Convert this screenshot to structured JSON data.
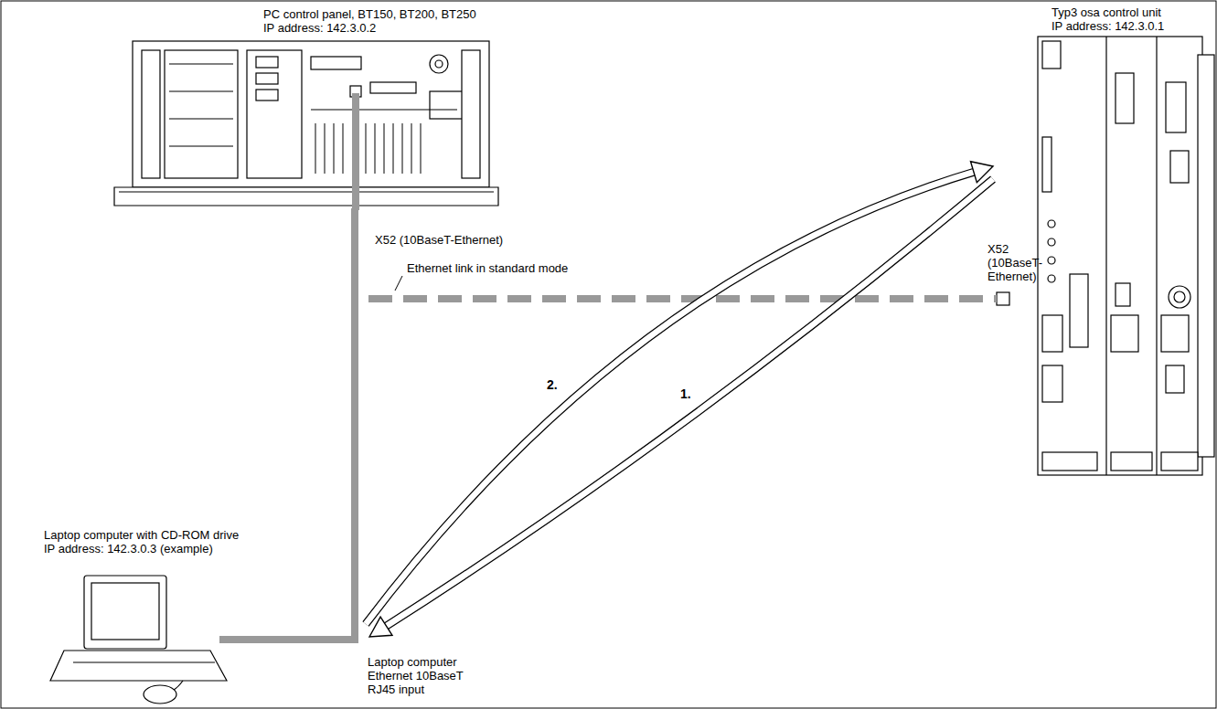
{
  "diagram": {
    "nodes": [
      {
        "text": [
          "PC control panel, BT150, BT200, BT250",
          "IP address: 142.3.0.2"
        ]
      },
      {
        "text": [
          "Typ3 osa control unit",
          "IP address: 142.3.0.1"
        ]
      },
      {
        "text": [
          "Laptop computer with CD-ROM drive",
          "IP address: 142.3.0.3 (example)"
        ]
      }
    ],
    "edges": [
      {
        "from": 0,
        "to": 2,
        "arrow": "none"
      },
      {
        "from": 0,
        "to": 1,
        "label": "Ethernet link in standard mode",
        "arrow": "none"
      },
      {
        "from": 1,
        "to": 2,
        "label": "1.",
        "arrow": "to"
      },
      {
        "from": 2,
        "to": 1,
        "label": "2.",
        "arrow": "to"
      }
    ],
    "labels": [
      "X52 (10BaseT-Ethernet)",
      "X52 (10BaseT- Ethernet)",
      "Laptop computer Ethernet 10BaseT RJ45 input"
    ]
  }
}
